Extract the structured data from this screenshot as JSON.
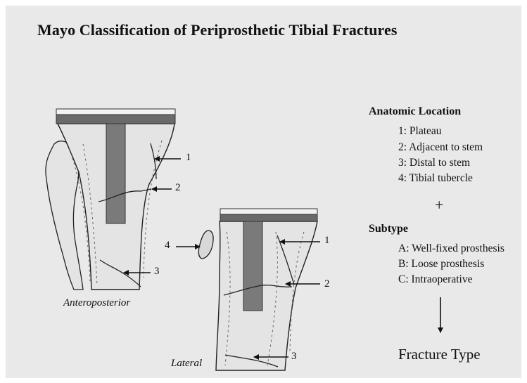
{
  "title": "Mayo Classification of Periprosthetic Tibial Fractures",
  "anatomic_location": {
    "heading": "Anatomic Location",
    "items": [
      "1: Plateau",
      "2: Adjacent to stem",
      "3: Distal to stem",
      "4: Tibial tubercle"
    ]
  },
  "plus": "+",
  "subtype": {
    "heading": "Subtype",
    "items": [
      "A: Well-fixed prosthesis",
      "B: Loose prosthesis",
      "C: Intraoperative"
    ]
  },
  "result": "Fracture Type",
  "ap_view": {
    "caption": "Anteroposterior",
    "labels": [
      "1",
      "2",
      "3"
    ]
  },
  "lateral_view": {
    "caption": "Lateral",
    "labels": [
      "4",
      "1",
      "2",
      "3"
    ]
  }
}
